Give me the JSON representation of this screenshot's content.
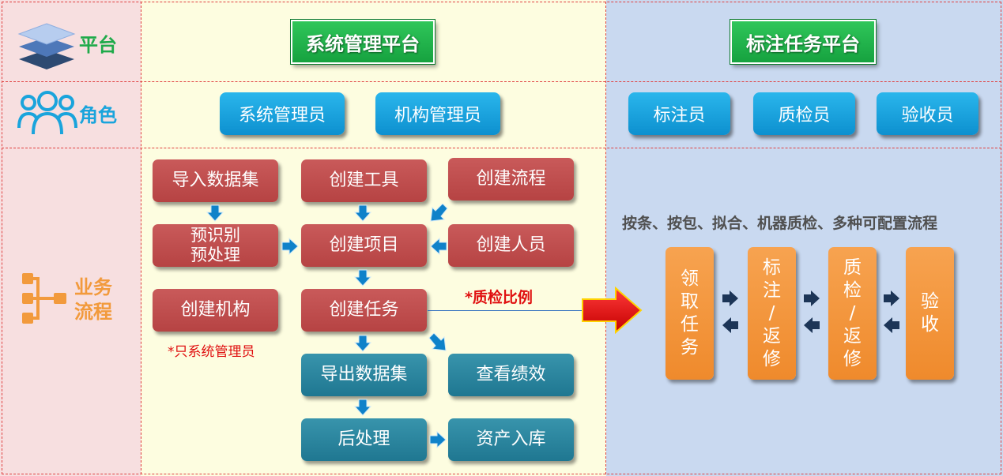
{
  "categories": {
    "platform": "平台",
    "role": "角色",
    "process": [
      "业务",
      "流程"
    ]
  },
  "platforms": {
    "system": "系统管理平台",
    "annotation": "标注任务平台"
  },
  "roles": {
    "system_admin": "系统管理员",
    "org_admin": "机构管理员",
    "annotator": "标注员",
    "inspector": "质检员",
    "acceptor": "验收员"
  },
  "system_flow": {
    "import_dataset": "导入数据集",
    "preprocess": [
      "预识别",
      "预处理"
    ],
    "create_org": "创建机构",
    "only_admin_note": "*只系统管理员",
    "create_tool": "创建工具",
    "create_workflow": "创建流程",
    "create_project": "创建项目",
    "create_staff": "创建人员",
    "create_task": "创建任务",
    "qc_ratio_note": "*质检比例",
    "export_dataset": "导出数据集",
    "view_performance": "查看绩效",
    "postprocess": "后处理",
    "asset_storage": "资产入库"
  },
  "annotation_flow": {
    "description": "按条、按包、拟合、机器质检、多种可配置流程",
    "steps": [
      [
        "领",
        "取",
        "任",
        "务"
      ],
      [
        "标",
        "注",
        "/",
        "返",
        "修"
      ],
      [
        "质",
        "检",
        "/",
        "返",
        "修"
      ],
      [
        "验",
        "收"
      ]
    ]
  },
  "colors": {
    "platform_green": "#1faa4a",
    "role_blue": "#1aa4dc",
    "process_red": "#b64343",
    "process_teal": "#1f7791",
    "step_orange": "#ef8a2c",
    "flow_arrow": "#e01010",
    "small_arrow": "#0f82c9"
  }
}
